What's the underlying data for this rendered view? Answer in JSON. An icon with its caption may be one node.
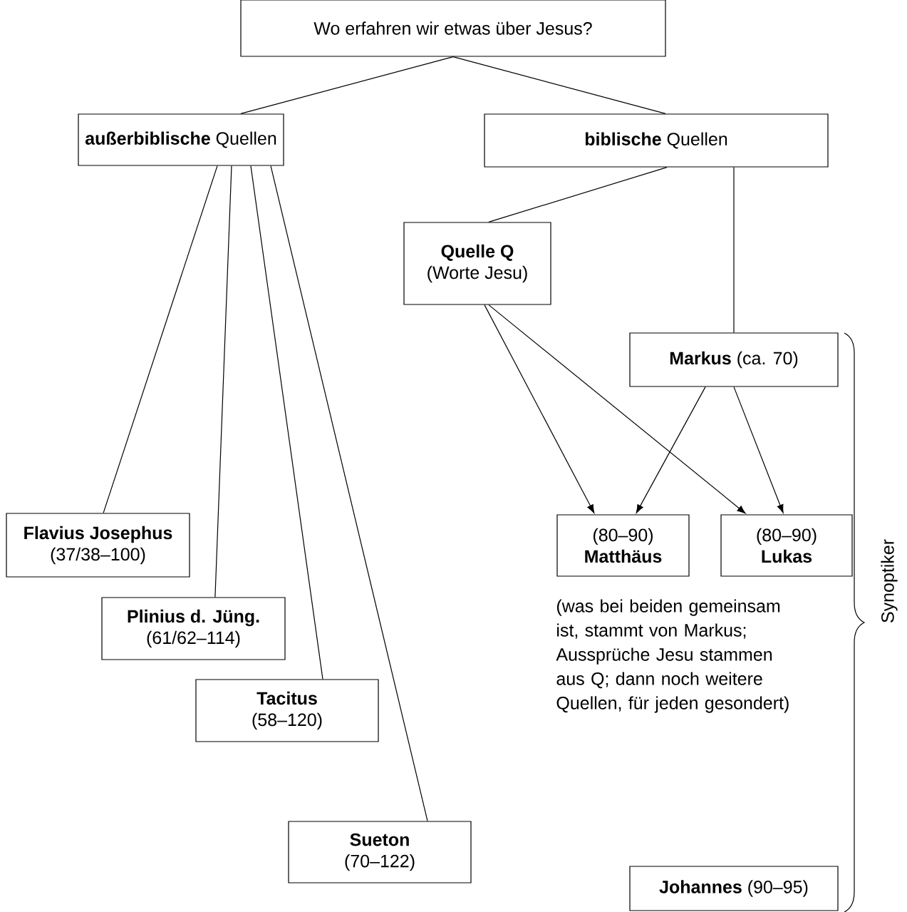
{
  "diagram": {
    "nodes": [
      {
        "text": [
          "Wo erfahren wir etwas über Jesus?"
        ]
      },
      {
        "text": [
          "**außerbiblische** Quellen"
        ]
      },
      {
        "text": [
          "**biblische** Quellen"
        ]
      },
      {
        "text": [
          "Quelle Q",
          "(Worte Jesu)"
        ]
      },
      {
        "text": [
          "**Markus** (ca. 70)"
        ]
      },
      {
        "text": [
          "(80–90)",
          "Matthäus"
        ]
      },
      {
        "text": [
          "(80–90)",
          "Lukas"
        ]
      },
      {
        "text": [
          "Flavius Josephus",
          "(37/38–100)"
        ]
      },
      {
        "text": [
          "Plinius d. Jüng.",
          "(61/62–114)"
        ]
      },
      {
        "text": [
          "Tacitus",
          "(58–120)"
        ]
      },
      {
        "text": [
          "Sueton",
          "(70–122)"
        ]
      },
      {
        "text": [
          "**Johannes** (90–95)"
        ]
      }
    ],
    "edges": [
      {
        "from": 0,
        "to": 1,
        "arrow": "none"
      },
      {
        "from": 0,
        "to": 2,
        "arrow": "none"
      },
      {
        "from": 1,
        "to": 7,
        "arrow": "none"
      },
      {
        "from": 1,
        "to": 8,
        "arrow": "none"
      },
      {
        "from": 1,
        "to": 9,
        "arrow": "none"
      },
      {
        "from": 1,
        "to": 10,
        "arrow": "none"
      },
      {
        "from": 2,
        "to": 3,
        "arrow": "none"
      },
      {
        "from": 2,
        "to": 4,
        "arrow": "none"
      },
      {
        "from": 3,
        "to": 5,
        "arrow": "to"
      },
      {
        "from": 3,
        "to": 6,
        "arrow": "to"
      },
      {
        "from": 4,
        "to": 5,
        "arrow": "to"
      },
      {
        "from": 4,
        "to": 6,
        "arrow": "to"
      }
    ],
    "labels": [
      "(was bei beiden gemeinsam ist, stammt von Markus; Aussprüche Jesu stammen aus Q; dann noch weitere Quellen, für jeden gesondert)",
      "Synoptiker"
    ]
  }
}
